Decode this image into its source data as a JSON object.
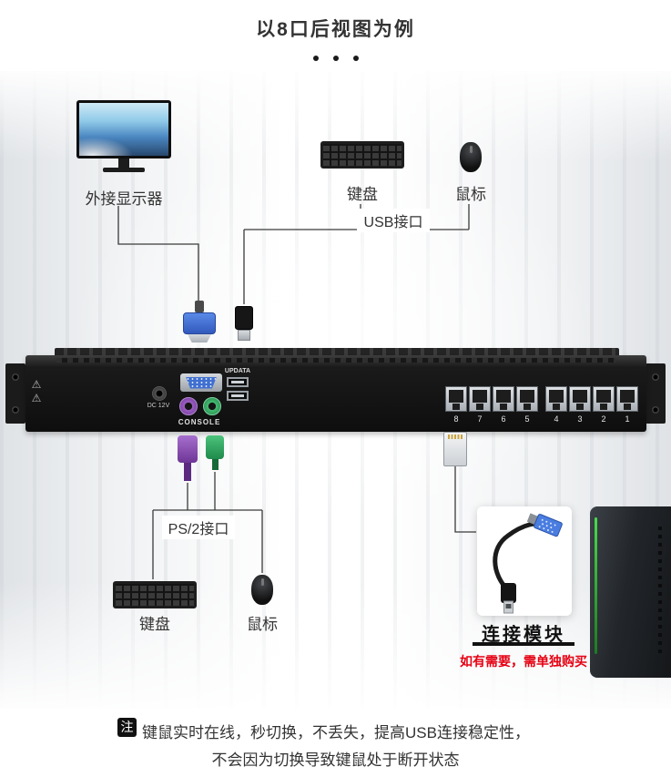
{
  "title": "以8口后视图为例",
  "top_section": {
    "monitor_label": "外接显示器",
    "keyboard_label": "键盘",
    "mouse_label": "鼠标",
    "usb_bracket_label": "USB接口"
  },
  "device": {
    "dc_label": "DC 12V",
    "updata_label": "UPDATA",
    "console_label": "CONSOLE",
    "ports": [
      "8",
      "7",
      "6",
      "5",
      "4",
      "3",
      "2",
      "1"
    ]
  },
  "bottom_section": {
    "ps2_bracket_label": "PS/2接口",
    "keyboard_label": "键盘",
    "mouse_label": "鼠标"
  },
  "module": {
    "label": "连接模块",
    "purchase_note": "如有需要，需单独购买"
  },
  "footnote": {
    "badge": "注",
    "line1": "键鼠实时在线，秒切换，不丢失，提高USB连接稳定性，",
    "line2": "不会因为切换导致键鼠处于断开状态"
  },
  "colors": {
    "note_red": "#e60012",
    "vga_blue": "#4a7de0",
    "ps2_purple": "#8d4bb5",
    "ps2_green": "#3aa655"
  }
}
